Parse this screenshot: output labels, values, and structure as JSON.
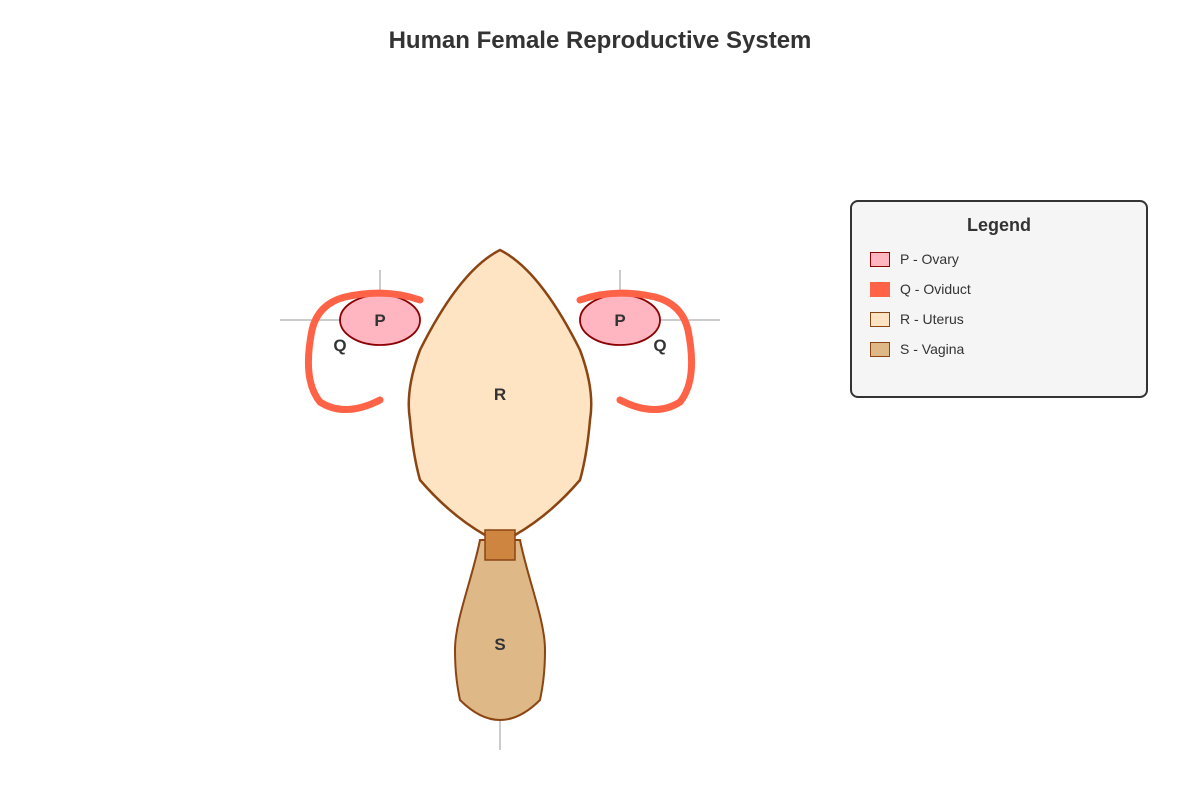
{
  "title": "Human Female Reproductive System",
  "labels": {
    "ovary_left": "P",
    "ovary_right": "P",
    "oviduct_left": "Q",
    "oviduct_right": "Q",
    "uterus": "R",
    "vagina": "S"
  },
  "legend": {
    "title": "Legend",
    "items": [
      {
        "text": "P - Ovary",
        "fill": "#ffb6c1",
        "stroke": "#8b0000"
      },
      {
        "text": "Q - Oviduct",
        "fill": "#ff6347",
        "stroke": "#ff6347"
      },
      {
        "text": "R - Uterus",
        "fill": "#ffe4c4",
        "stroke": "#8b4513"
      },
      {
        "text": "S - Vagina",
        "fill": "#deb887",
        "stroke": "#8b4513"
      }
    ]
  },
  "colors": {
    "ovary_fill": "#ffb6c1",
    "ovary_stroke": "#8b0000",
    "oviduct": "#ff6347",
    "uterus_fill": "#ffe4c4",
    "uterus_stroke": "#8b4513",
    "vagina_fill": "#deb887",
    "cervix_fill": "#cd853f",
    "guide_line": "#999999"
  }
}
